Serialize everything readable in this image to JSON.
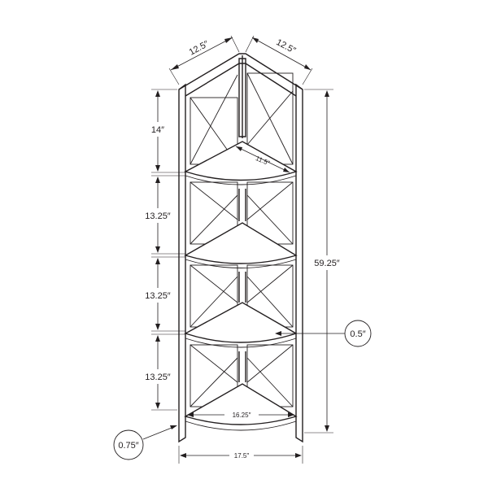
{
  "diagram": {
    "top_depth_left": "12.5″",
    "top_depth_right": "12.5″",
    "section_1_height": "14″",
    "section_2_height": "13.25″",
    "section_3_height": "13.25″",
    "section_4_height": "13.25″",
    "total_height": "59.25″",
    "shelf_depth": "11.5″",
    "shelf_thickness": "0.5″",
    "bottom_shelf_width": "16.25″",
    "overall_width": "17.5″",
    "leg_thickness": "0.75″"
  }
}
